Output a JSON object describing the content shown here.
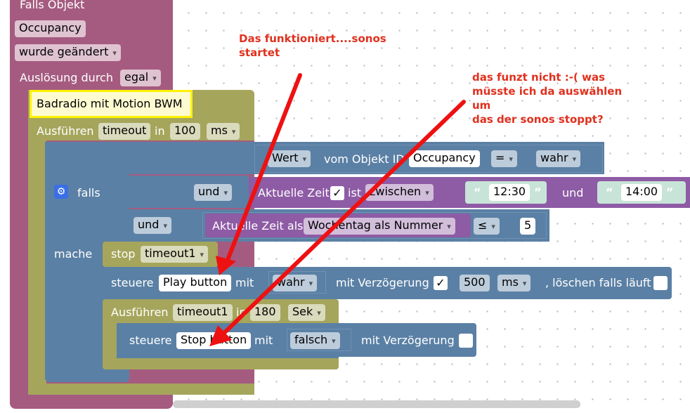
{
  "colors": {
    "event": "#a55b80",
    "action": "#a5a55c",
    "logic": "#5b80a5",
    "time": "#8e5ba5",
    "highlight": "#fff200",
    "annotation": "#e0301e",
    "arrow": "#ee1111"
  },
  "event_block": {
    "title": "Falls Objekt",
    "object": "Occupancy",
    "change": "wurde geändert",
    "trigger_label": "Auslösung durch",
    "trigger_value": "egal"
  },
  "comment_block": {
    "text": "Badradio mit Motion BWM"
  },
  "timeout_outer": {
    "label": "Ausführen",
    "name": "timeout",
    "in": "in",
    "delay": "100",
    "unit": "ms"
  },
  "if_block": {
    "gear_icon": "gear-icon",
    "if_label": "falls",
    "do_label": "mache",
    "and_outer": "und",
    "and_inner": "und",
    "compare": {
      "value_label": "Wert",
      "object_label": "vom Objekt ID",
      "object_id": "Occupancy",
      "operator": "=",
      "value": "wahr"
    },
    "time_between": {
      "label": "Aktuelle Zeit",
      "checkbox": "✓",
      "ist": "ist",
      "mode": "zwischen",
      "from": "12:30",
      "and": "und",
      "to": "14:00"
    },
    "weekday": {
      "label": "Aktuelle Zeit als",
      "format": "Wochentag als Nummer",
      "operator": "≤",
      "value": "5"
    }
  },
  "actions": {
    "stop": {
      "label": "stop",
      "name": "timeout1"
    },
    "control_play": {
      "label": "steuere",
      "object": "Play button",
      "mit": "mit",
      "value": "wahr",
      "delay_label": "mit Verzögerung",
      "delay_check": "✓",
      "delay": "500",
      "unit": "ms",
      "clear_label": ", löschen falls läuft"
    },
    "timeout_inner": {
      "label": "Ausführen",
      "name": "timeout1",
      "in": "in",
      "delay": "180",
      "unit": "Sek"
    },
    "control_stop": {
      "label": "steuere",
      "object": "Stop button",
      "mit": "mit",
      "value": "falsch",
      "delay_label": "mit Verzögerung"
    }
  },
  "annotations": {
    "works": "Das funktioniert....sonos\nstartet",
    "not_working": "das funzt nicht :-( was\nmüsste ich da auswählen\num\ndas der sonos stoppt?"
  }
}
